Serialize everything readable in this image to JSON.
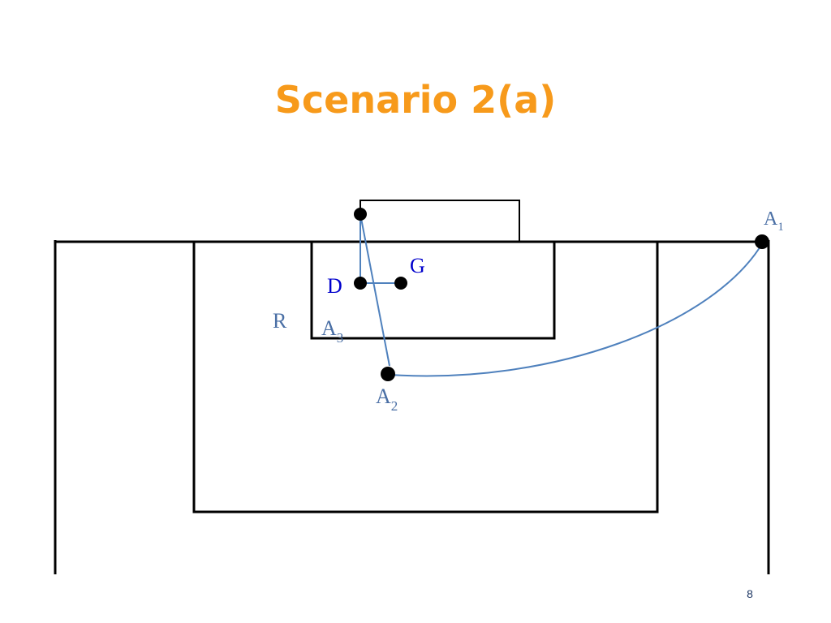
{
  "slide": {
    "title": "Scenario 2(a)",
    "page_number": "8"
  },
  "labels": {
    "g": "G",
    "d": "D",
    "r": "R",
    "a1_base": "A",
    "a1_sub": "1",
    "a2_base": "A",
    "a2_sub": "2",
    "a3_base": "A",
    "a3_sub": "3"
  },
  "colors": {
    "title": "#f79a1b",
    "field_lines": "#000000",
    "path_lines": "#4f81bd",
    "label_blue": "#0000cc",
    "label_slate": "#4a6fa5",
    "player_dot": "#000000"
  }
}
